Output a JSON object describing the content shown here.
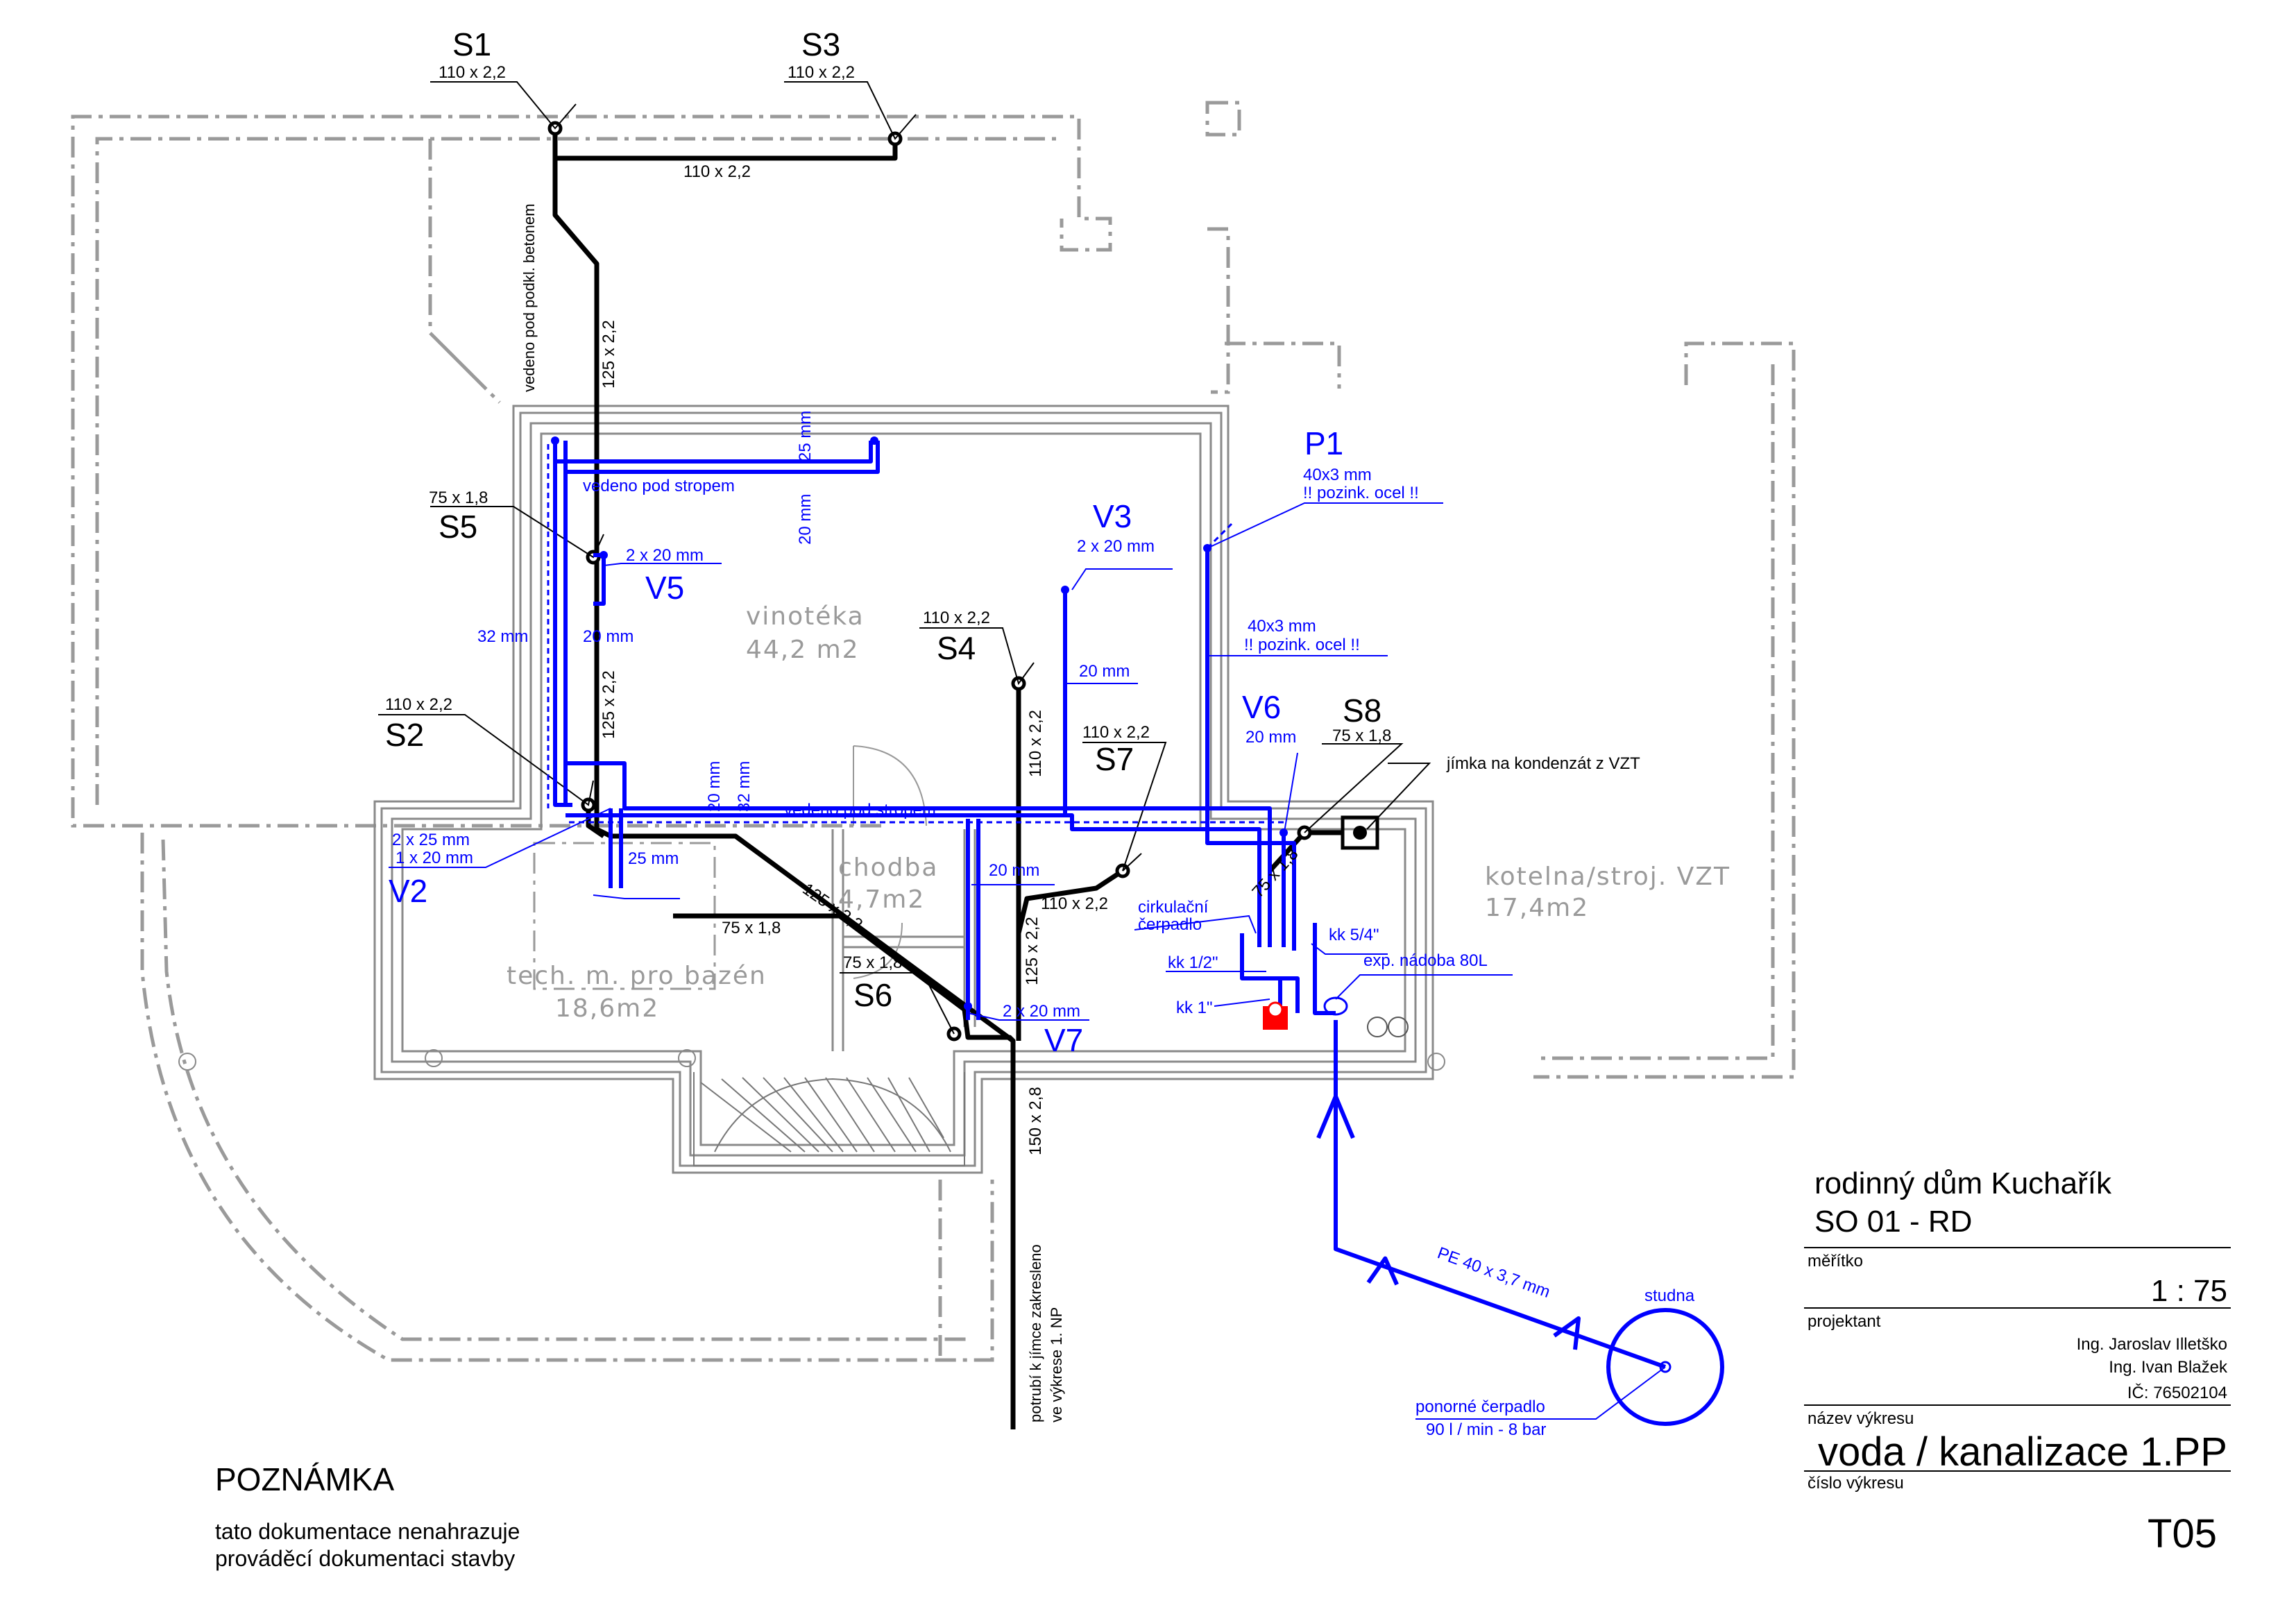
{
  "rooms": {
    "vinoteka": {
      "name": "vinotéka",
      "area": "44,2 m2"
    },
    "chodba": {
      "name": "chodba",
      "area": "4,7m2"
    },
    "tech": {
      "name": "tech. m. pro bazén",
      "area": "18,6m2"
    },
    "kotelna": {
      "name": "kotelna/stroj. VZT",
      "area": "17,4m2"
    }
  },
  "sewer_stacks": [
    {
      "id": "S1",
      "dim": "110 x 2,2"
    },
    {
      "id": "S3",
      "dim": "110 x 2,2"
    },
    {
      "id": "S5",
      "dim": "75 x 1,8"
    },
    {
      "id": "S4",
      "dim": "110 x 2,2"
    },
    {
      "id": "S2",
      "dim": "110 x 2,2"
    },
    {
      "id": "S7",
      "dim": "110 x 2,2"
    },
    {
      "id": "S8",
      "dim": "75 x 1,8"
    },
    {
      "id": "S6",
      "dim": "75 x 1,8"
    }
  ],
  "water_risers": [
    {
      "id": "V3",
      "dim": "2 x 20 mm"
    },
    {
      "id": "V5",
      "dim": "2 x 20 mm"
    },
    {
      "id": "V6",
      "dim": "20 mm"
    },
    {
      "id": "V2",
      "dim": "2 x 25 mm",
      "dim2": "1 x 20 mm"
    },
    {
      "id": "V7",
      "dim": "2 x 20 mm"
    },
    {
      "id": "P1",
      "dim": "40x3 mm",
      "note": "!! pozink. ocel !!"
    }
  ],
  "pipe_labels": {
    "top_horizontal": "110 x 2,2",
    "under_concrete": "vedeno pod podkl. betonem",
    "main_125_upper": "125 x 2,2",
    "main_125_lower": "125 x 2,2",
    "diagonal_125": "125 x 2,2",
    "s4_vertical": "110 x 2,2",
    "s7_branch": "110 x 2,2",
    "s6_vertical": "125 x 2,2",
    "branch_75": "75 x 1,8",
    "s8_diag": "75 x 1,8",
    "outlet_150": "150 x 2,8",
    "outlet_note_1": "potrubí k jímce zakresleno",
    "outlet_note_2": "ve výkrese 1. NP",
    "under_ceiling_top": "vedeno pod stropem",
    "under_ceiling_mid": "vedeno pod stropem",
    "w_25_top": "25 mm",
    "w_20_top": "20 mm",
    "w_32_left": "32 mm",
    "w_20_left": "20 mm",
    "w_20_v3": "20 mm",
    "w_20_mid": "20 mm",
    "w_32_mid": "32 mm",
    "w_25_v2": "25 mm",
    "w_20_chodba": "20 mm",
    "p1_lower_dim": "40x3 mm",
    "p1_lower_note": "!! pozink. ocel !!",
    "condensate": "jímka na kondenzát z VZT",
    "pump": "cirkulační",
    "pump2": "čerpadlo",
    "kk54": "kk 5/4\"",
    "kk12": "kk 1/2\"",
    "kk1": "kk 1\"",
    "expansion": "exp. nádoba 80L",
    "pe_pipe": "PE 40 x 3,7 mm",
    "well": "studna",
    "sub_pump": "ponorné čerpadlo",
    "sub_pump_spec": "90 l / min - 8 bar"
  },
  "note": {
    "title": "POZNÁMKA",
    "line1": "tato dokumentace nenahrazuje",
    "line2": "prováděcí dokumentaci stavby"
  },
  "title_block": {
    "project": "rodinný dům Kuchařík",
    "object": "SO 01 - RD",
    "scale_label": "měřítko",
    "scale": "1 : 75",
    "designer_label": "projektant",
    "designer1": "Ing. Jaroslav Illetško",
    "designer2": "Ing. Ivan Blažek",
    "ico": "IČ: 76502104",
    "drawing_name_label": "název výkresu",
    "drawing_name": "voda / kanalizace 1.PP",
    "drawing_no_label": "číslo výkresu",
    "drawing_no": "T05"
  },
  "colors": {
    "sewer": "#000000",
    "water": "#0000ff",
    "structure": "#9a9a9a",
    "pump": "#ff0000"
  }
}
